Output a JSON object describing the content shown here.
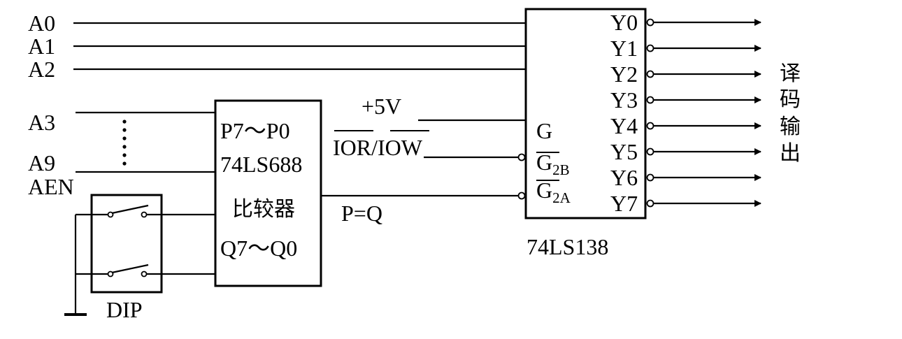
{
  "inputs": {
    "a0": "A0",
    "a1": "A1",
    "a2": "A2",
    "a3": "A3",
    "a9": "A9",
    "aen": "AEN"
  },
  "comparator": {
    "p_label": "P7～P0",
    "part": "74LS688",
    "name": "比较器",
    "q_label": "Q7～Q0"
  },
  "dip": {
    "label": "DIP"
  },
  "control": {
    "vcc": "+5V",
    "ior": "IOR",
    "slash": "/",
    "iow": "IOW",
    "compare_out": "P=Q"
  },
  "decoder": {
    "part": "74LS138",
    "g": "G",
    "g2b_main": "G",
    "g2b_sub": "2B",
    "g2a_main": "G",
    "g2a_sub": "2A",
    "outputs": [
      "Y0",
      "Y1",
      "Y2",
      "Y3",
      "Y4",
      "Y5",
      "Y6",
      "Y7"
    ]
  },
  "output_label": [
    "译",
    "码",
    "输",
    "出"
  ]
}
